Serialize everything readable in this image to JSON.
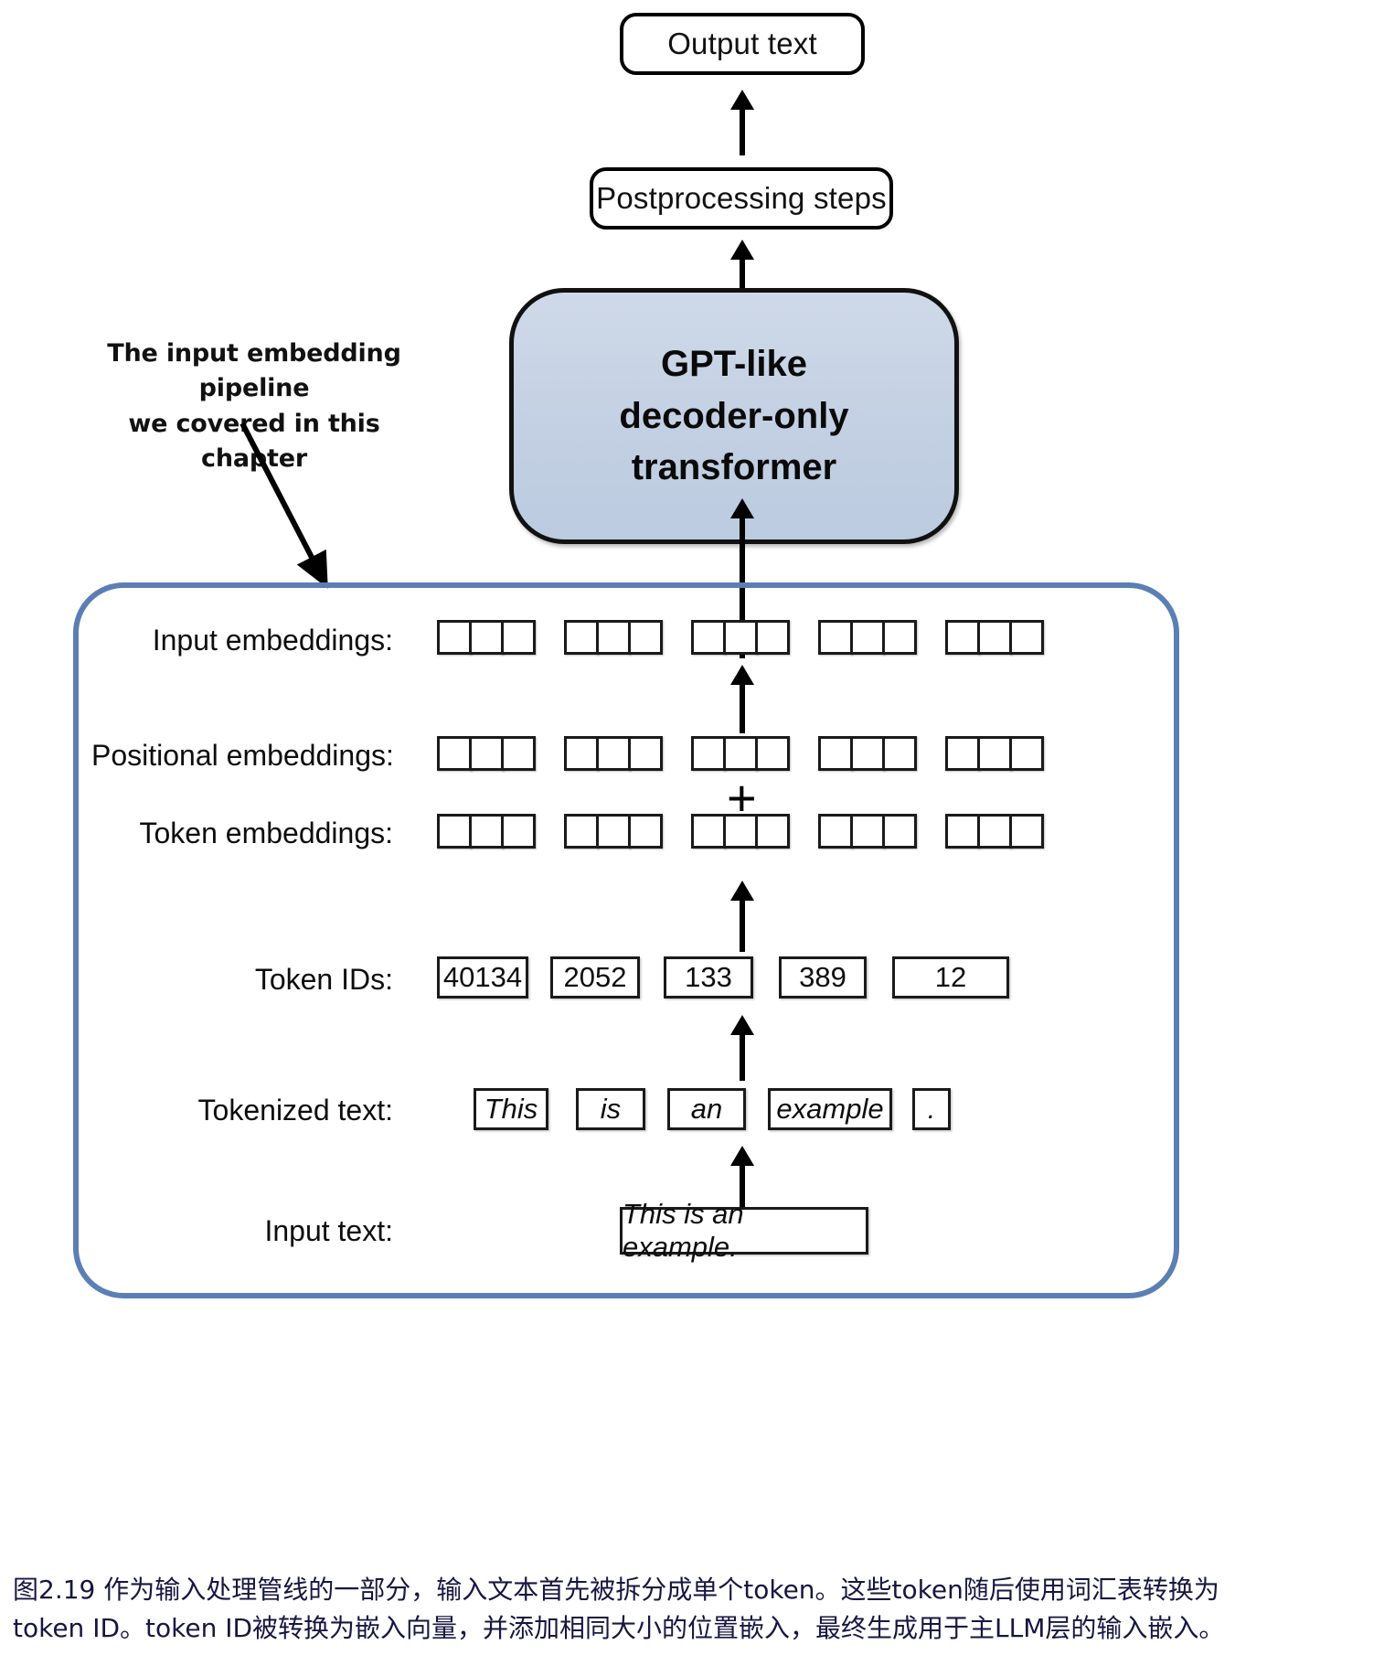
{
  "figure": {
    "output_text_label": "Output text",
    "postprocessing_label": "Postprocessing steps",
    "transformer_lines": [
      "GPT-like",
      "decoder-only",
      "transformer"
    ],
    "transformer_fill": "#c5d1e3",
    "pipeline_border_color": "#5b7fb5",
    "annotation": {
      "line1": "The input embedding pipeline",
      "line2": "we covered in this chapter"
    },
    "plus_symbol": "+",
    "rows": {
      "input_embeddings_label": "Input embeddings:",
      "positional_embeddings_label": "Positional embeddings:",
      "token_embeddings_label": "Token embeddings:",
      "token_ids_label": "Token IDs:",
      "tokenized_text_label": "Tokenized text:",
      "input_text_label": "Input text:"
    },
    "embedding_groups": 5,
    "embedding_cells_per_group": 3,
    "token_ids": [
      "40134",
      "2052",
      "133",
      "389",
      "12"
    ],
    "tokenized_text": [
      "This",
      "is",
      "an",
      "example",
      "."
    ],
    "input_text": "This is an example."
  },
  "caption": {
    "line1": "图2.19 作为输入处理管线的一部分，输入文本首先被拆分成单个token。这些token随后使用词汇表转换为",
    "line2": "token ID。token ID被转换为嵌入向量，并添加相同大小的位置嵌入，最终生成用于主LLM层的输入嵌入。"
  }
}
